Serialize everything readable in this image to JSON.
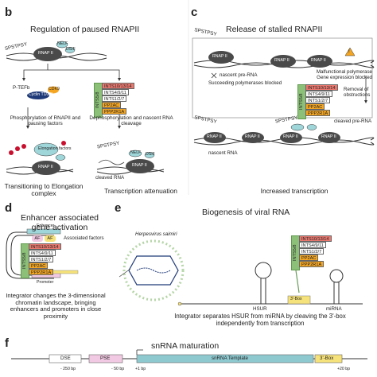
{
  "panels": {
    "b": {
      "letter": "b",
      "title": "Regulation of paused RNAPII",
      "ctd": "SPSTPSY",
      "rnap": "RNAP II",
      "nelf": "NELF",
      "dsif": "DSIF",
      "ptefb_label": "P-TEFb",
      "cdk9": "CDK9",
      "cyclin": "Cyclin T1/2/3",
      "elongation": "Elongation factors",
      "ints": [
        "INTS10/13/14",
        "INTS4/9/11",
        "INTS1/2/7",
        "PP2AC",
        "PPP2R1A"
      ],
      "ints58": "INTS5/8",
      "left_caption": "Phosphorylation of RNAPII and pausing factors",
      "right_caption": "Dephosphorylation and nascent RNA cleavage",
      "cleaved": "cleaved RNA",
      "bottom_left": "Transitioning to Elongation complex",
      "bottom_right": "Transcription attenuation"
    },
    "c": {
      "letter": "c",
      "title": "Release of stalled RNAPII",
      "ctd": "SPSTPSY",
      "rnap": "RNAP II",
      "nascent_pre": "nascent pre-RNA",
      "blocked": "Succeeding polymerases blocked",
      "malfunction": "Malfunctional polymerase Gene expression blocked",
      "warning": "!",
      "ints": [
        "INTS10/13/14",
        "INTS4/9/11",
        "INTS1/2/7",
        "PP2AC",
        "PPP2R1A"
      ],
      "ints58": "INTS5/8",
      "removal": "Removal of obstructions",
      "cleaved_pre": "cleaved pre-RNA",
      "nascent": "nascent RNA",
      "bottom": "Increased transcription"
    },
    "d": {
      "letter": "d",
      "title": "Enhancer associated gene activation",
      "enhancer": "Enhancer",
      "af1": "AF",
      "af2": "AF",
      "assoc": "Associated factors",
      "ints": [
        "INTS10/13/14",
        "INTS4/9/11",
        "INTS1/2/7",
        "PP2AC",
        "PPP2R1A"
      ],
      "ints58": "INTS5/8",
      "promoter": "Promoter",
      "caption": "Integrator changes the 3-dimensional chromatin landscape, bringing enhancers and promoters in close proximity"
    },
    "e": {
      "letter": "e",
      "title": "Biogenesis of viral RNA",
      "virus": "Herpesvirus saimiri",
      "ints": [
        "INTS10/13/14",
        "INTS4/9/11",
        "INTS1/2/7",
        "PP2AC",
        "PPP2R1A"
      ],
      "ints58": "INTS5/8",
      "hsur": "HSUR",
      "mirna": "miRNA",
      "box3": "3'-Box",
      "caption": "Integrator separates HSUR from miRNA by cleaving the 3'-box independently from transcription"
    },
    "f": {
      "letter": "f",
      "title": "snRNA maturation",
      "dse": "DSE",
      "pse": "PSE",
      "template": "snRNA Template",
      "box3": "3'-Box",
      "ticks": [
        "- 250 bp",
        "- 50 bp",
        "+1 bp",
        "+20 bp"
      ]
    }
  },
  "colors": {
    "red": "#e9786f",
    "orange": "#f4a623",
    "green": "#8cc079",
    "navy": "#1f3a78",
    "rnap": "#4a4a4a",
    "teal": "#9fd6da",
    "template": "#8ec9d0",
    "pink": "#f2c9e2",
    "yellow": "#f6e27a"
  }
}
